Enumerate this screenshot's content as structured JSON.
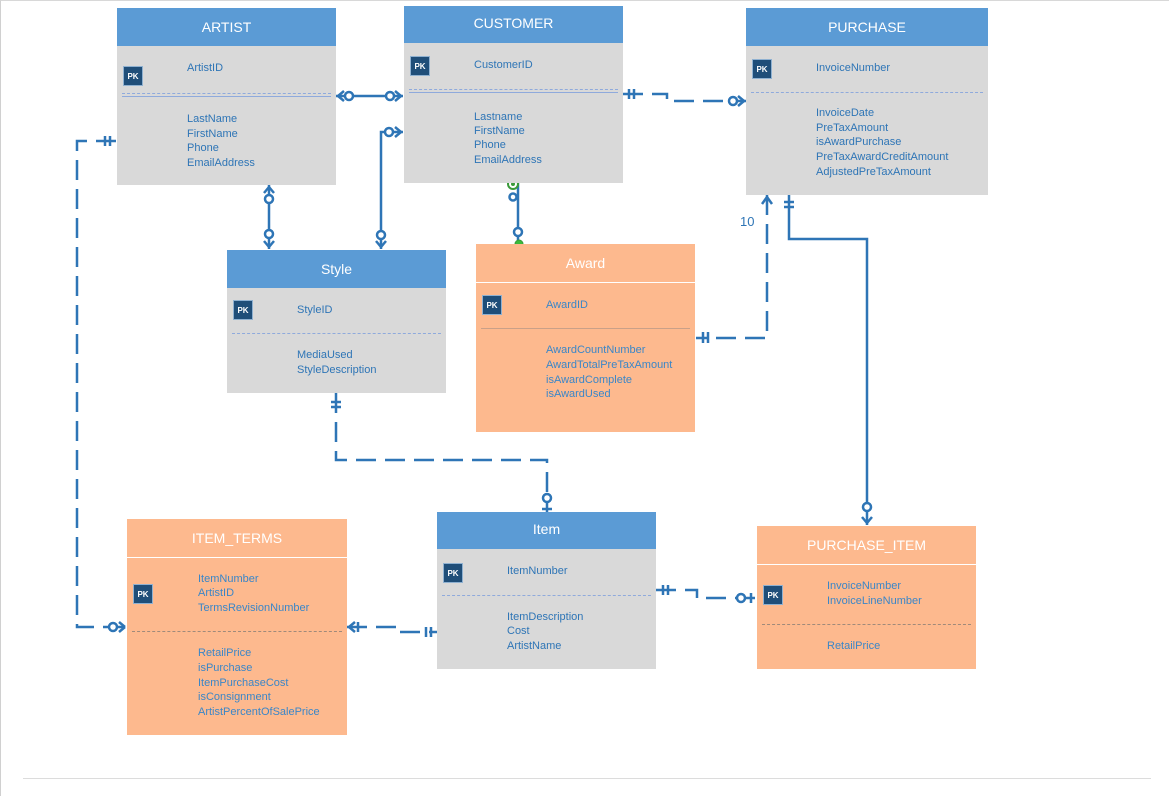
{
  "pk_label": "PK",
  "colors": {
    "line": "#2e75b6",
    "header_blue": "#5b9bd5",
    "body_gray": "#d9d9d9",
    "orange": "#fdb98e",
    "text_blue": "#2e75b6",
    "pk_navy": "#1f4e79"
  },
  "entities": {
    "artist": {
      "title": "ARTIST",
      "key": [
        "ArtistID"
      ],
      "attrs": [
        "LastName",
        "FirstName",
        "Phone",
        "EmailAddress"
      ]
    },
    "customer": {
      "title": "CUSTOMER",
      "key": [
        "CustomerID"
      ],
      "attrs": [
        "Lastname",
        "FirstName",
        "Phone",
        "EmailAddress"
      ]
    },
    "purchase": {
      "title": "PURCHASE",
      "key": [
        "InvoiceNumber"
      ],
      "attrs": [
        "InvoiceDate",
        "PreTaxAmount",
        "isAwardPurchase",
        "PreTaxAwardCreditAmount",
        "AdjustedPreTaxAmount"
      ]
    },
    "style": {
      "title": "Style",
      "key": [
        "StyleID"
      ],
      "attrs": [
        "MediaUsed",
        "StyleDescription"
      ]
    },
    "award": {
      "title": "Award",
      "key": [
        "AwardID"
      ],
      "attrs": [
        "AwardCountNumber",
        "AwardTotalPreTaxAmount",
        "isAwardComplete",
        "isAwardUsed"
      ]
    },
    "item_terms": {
      "title": "ITEM_TERMS",
      "key": [
        "ItemNumber",
        "ArtistID",
        "TermsRevisionNumber"
      ],
      "attrs": [
        "RetailPrice",
        "isPurchase",
        "ItemPurchaseCost",
        "isConsignment",
        "ArtistPercentOfSalePrice"
      ]
    },
    "item": {
      "title": "Item",
      "key": [
        "ItemNumber"
      ],
      "attrs": [
        "ItemDescription",
        "Cost",
        "ArtistName"
      ]
    },
    "purchase_item": {
      "title": "PURCHASE_ITEM",
      "key": [
        "InvoiceNumber",
        "InvoiceLineNumber"
      ],
      "attrs": [
        "RetailPrice"
      ]
    }
  },
  "cardinality_label": "10"
}
